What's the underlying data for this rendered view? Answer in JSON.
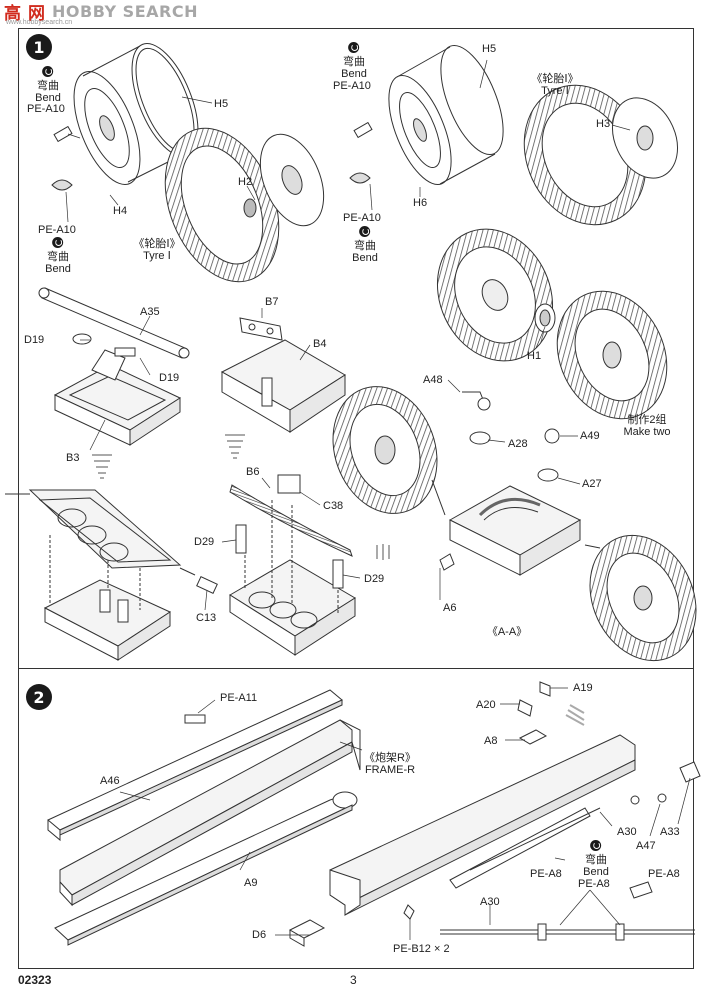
{
  "watermark": {
    "cn": "高",
    "cn2": "网",
    "latin": "HOBBY SEARCH",
    "url": "www.hobbysearch.cn"
  },
  "step1": {
    "number": "1",
    "bend_cn": "弯曲",
    "bend_en": "Bend",
    "tyre_cn": "《轮胎Ⅰ》",
    "tyre_en": "Tyre Ⅰ",
    "make_two_cn": "制作2组",
    "make_two_en": "Make two",
    "section": "《A-A》",
    "parts": {
      "pe_a10": "PE-A10",
      "h5": "H5",
      "h4": "H4",
      "h2": "H2",
      "h6": "H6",
      "h3": "H3",
      "h1": "H1",
      "a35": "A35",
      "d19": "D19",
      "b3": "B3",
      "b7": "B7",
      "b4": "B4",
      "a48": "A48",
      "a28": "A28",
      "a49": "A49",
      "a27": "A27",
      "a6": "A6",
      "b6": "B6",
      "c38": "C38",
      "d29": "D29",
      "c13": "C13"
    }
  },
  "step2": {
    "number": "2",
    "bend_cn": "弯曲",
    "bend_en": "Bend",
    "frame_cn": "《炮架R》",
    "frame_en": "FRAME-R",
    "parts": {
      "pe_a11": "PE-A11",
      "a46": "A46",
      "a9": "A9",
      "d6": "D6",
      "a19": "A19",
      "a20": "A20",
      "a8": "A8",
      "a30": "A30",
      "a33": "A33",
      "a47": "A47",
      "pe_a8": "PE-A8",
      "pe_b12": "PE-B12 × 2"
    }
  },
  "footer": {
    "code": "02323",
    "page": "3"
  }
}
